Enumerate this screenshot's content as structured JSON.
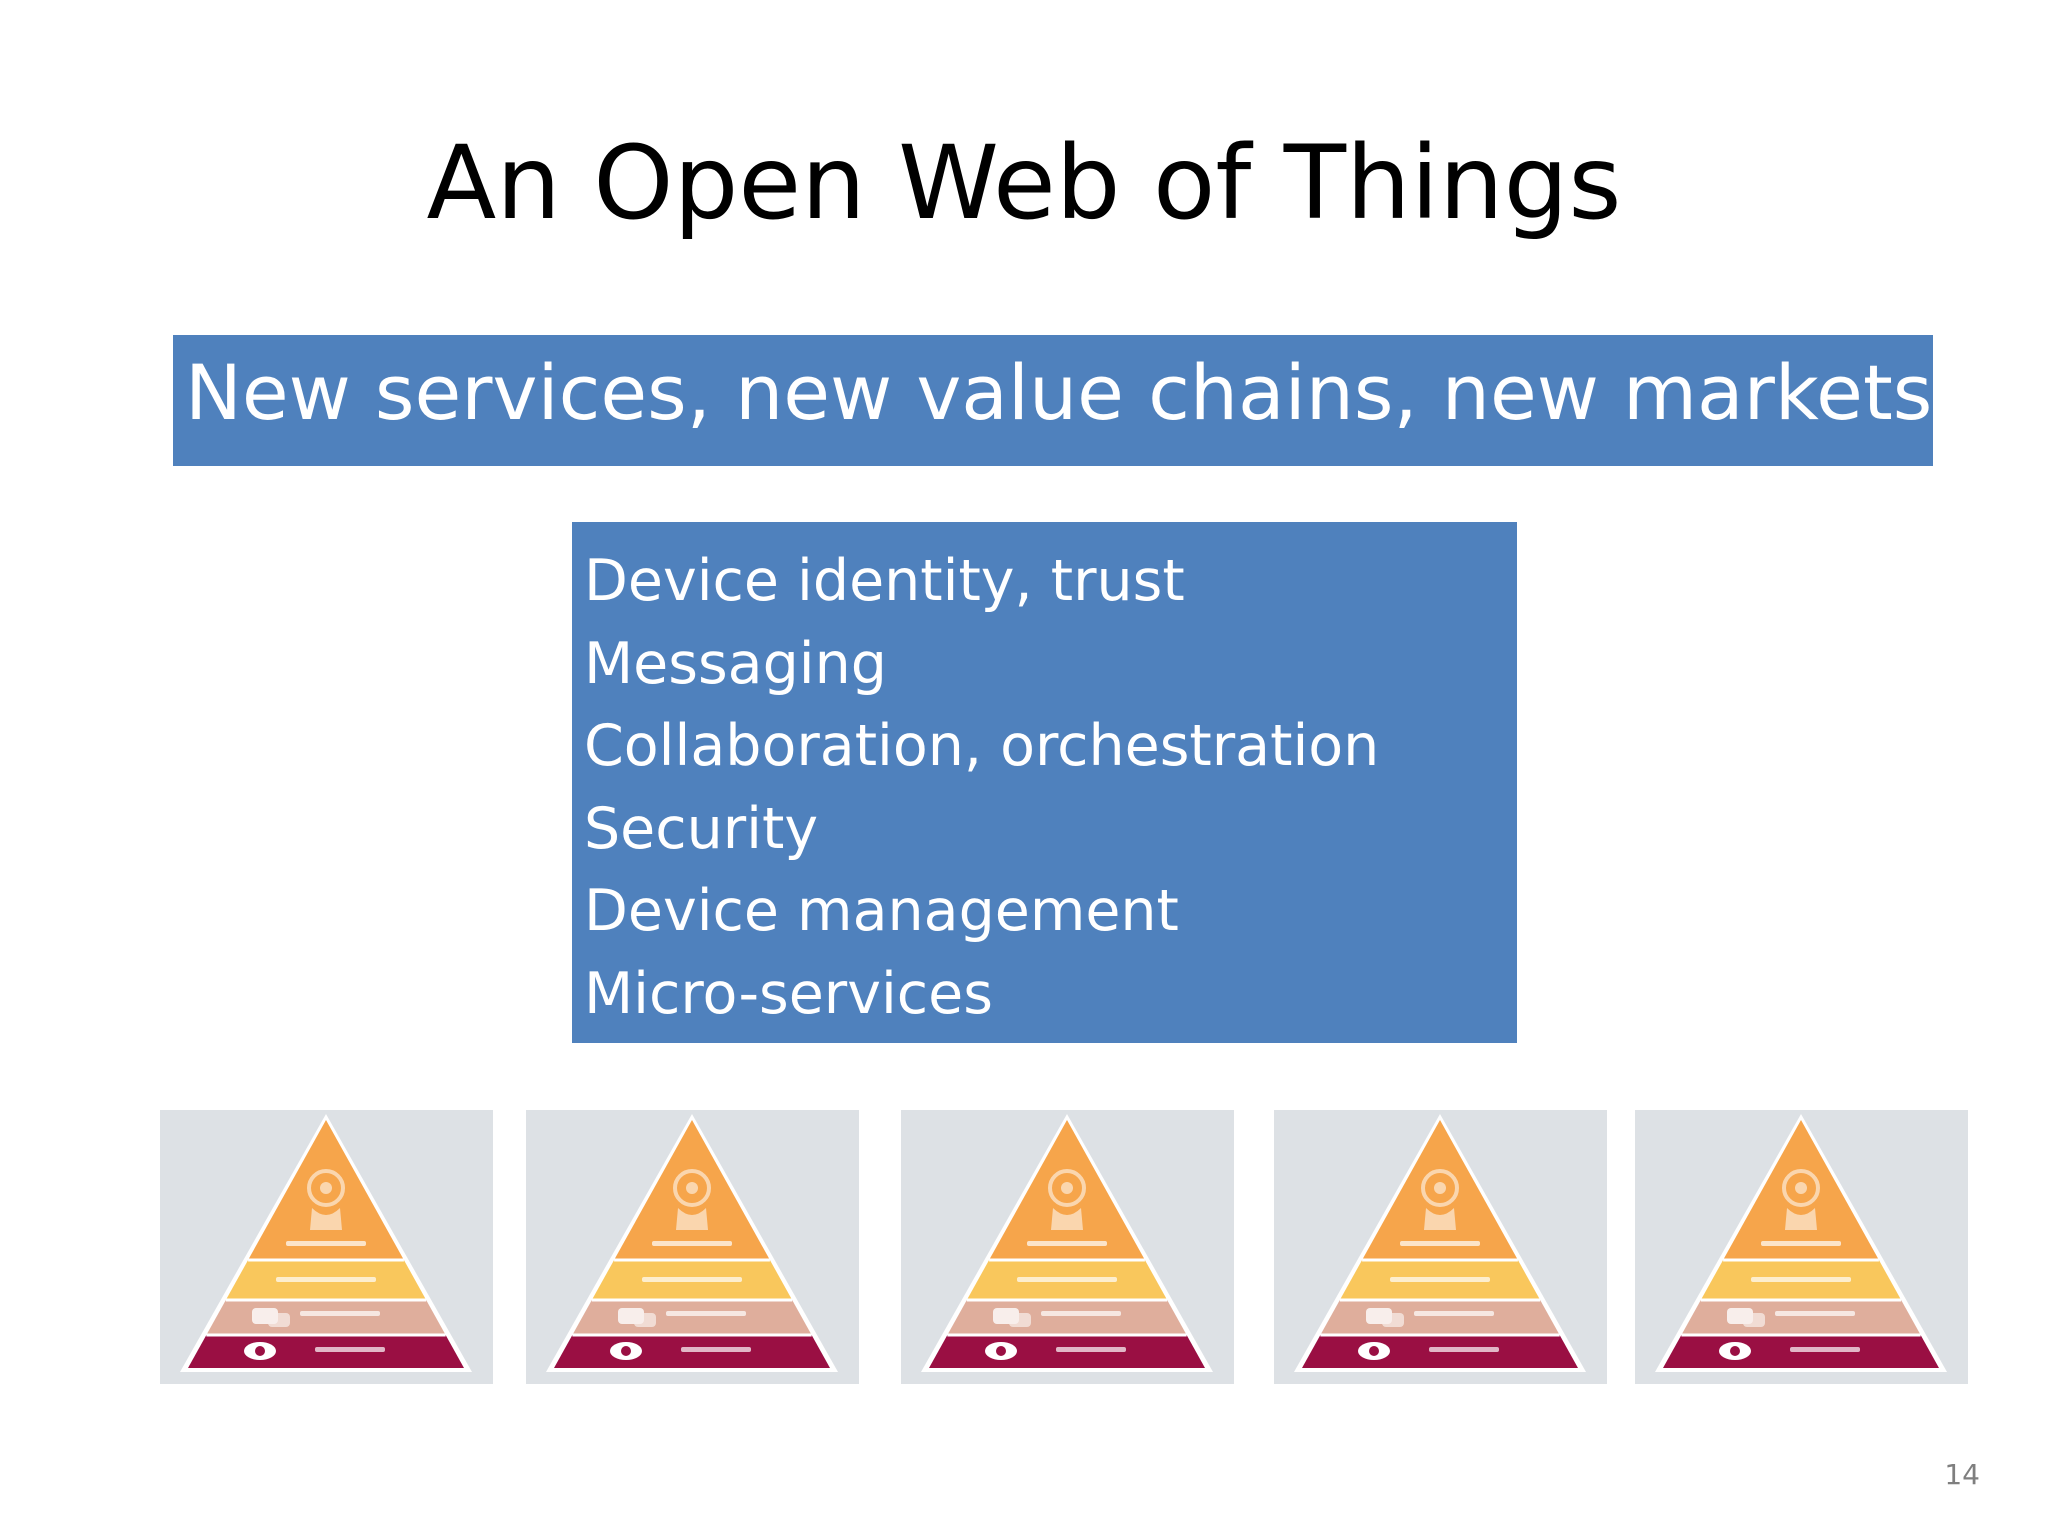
{
  "slide": {
    "title": "An Open Web of Things",
    "banner_text": "New services, new value chains, new markets",
    "list_items": [
      "Device identity, trust",
      "Messaging",
      "Collaboration, orchestration",
      "Security",
      "Device management",
      "Micro-services"
    ],
    "page_number": "14"
  },
  "colors": {
    "title": "#000000",
    "box_fill": "#4f81bd",
    "box_text": "#ffffff",
    "card_bg": "#dde1e5",
    "pyramid_layers": [
      "#f6a54b",
      "#f9c75c",
      "#dfae9c",
      "#9a0f43"
    ],
    "page_number": "#7f7f7f"
  },
  "pyramids": {
    "count": 5,
    "icons": [
      "head-gear-icon",
      "chat-bubble-icon",
      "eye-icon"
    ]
  }
}
